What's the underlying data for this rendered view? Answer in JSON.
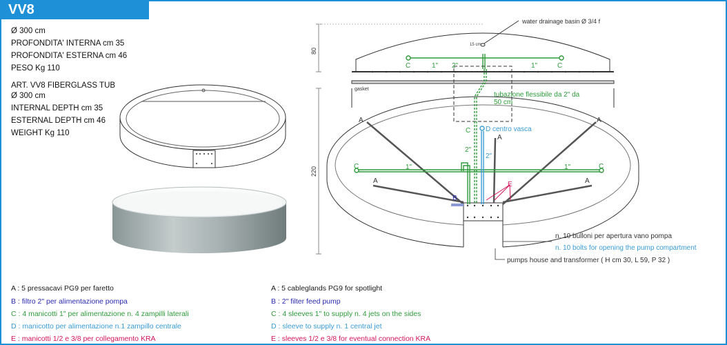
{
  "title": "VV8",
  "specs_it": [
    "Ø 300 cm",
    "PROFONDITA' INTERNA cm 35",
    "PROFONDITA' ESTERNA cm 46",
    "PESO Kg 110"
  ],
  "specs_en": [
    "ART. VV8 FIBERGLASS TUB",
    "Ø 300 cm",
    "INTERNAL DEPTH cm 35",
    "ESTERNAL DEPTH cm 46",
    "WEIGHT Kg 110"
  ],
  "diagram": {
    "water_drainage": "water drainage basin Ø 3/4 f",
    "small_15cm": "15 cm",
    "gasket": "gasket",
    "dim_80": "80",
    "dim_220": "220",
    "flex_tube_line1": "tubazione flessibile da 2\" da",
    "flex_tube_line2": "50 cm",
    "d_centro": "D centro vasca",
    "label_A": "A",
    "label_B": "B",
    "label_C": "C",
    "label_D": "D",
    "label_E": "E",
    "pipe_1in": "1\"",
    "pipe_2in": "2\"",
    "bolts_it": "n. 10 bulloni per apertura vano pompa",
    "bolts_en": "n. 10 bolts for opening the pump compartment",
    "pumps_house": "pumps house and transformer ( H cm 30, L 59, P 32 )"
  },
  "legend_it": [
    {
      "text": "A : 5 pressacavi PG9 per faretto",
      "color": "#1a1a1a"
    },
    {
      "text": "B : filtro 2\" per alimentazione pompa",
      "color": "#2b2bb0"
    },
    {
      "text": "C : 4 manicotti 1\" per alimentazione n. 4 zampilli laterali",
      "color": "#2e9a3a"
    },
    {
      "text": "D : manicotto per alimentazione n.1 zampillo centrale",
      "color": "#3a9bd4"
    },
    {
      "text": "E : manicotti 1/2 e 3/8 per collegamento KRA",
      "color": "#d4145a"
    }
  ],
  "legend_en": [
    {
      "text": "A : 5 cableglands PG9 for spotlight",
      "color": "#1a1a1a"
    },
    {
      "text": "B : 2\" filter feed pump",
      "color": "#2b2bb0"
    },
    {
      "text": "C : 4 sleeves 1\" to supply  n. 4 jets on the sides",
      "color": "#2e9a3a"
    },
    {
      "text": "D : sleeve to supply n. 1 central jet",
      "color": "#3a9bd4"
    },
    {
      "text": "E : sleeves 1/2 e 3/8 for eventual connection KRA",
      "color": "#d4145a"
    }
  ],
  "colors": {
    "accent": "#1e90d8",
    "green": "#2e9a3a",
    "blue": "#3a9bd4",
    "red": "#d4145a",
    "navy": "#2b2bb0"
  }
}
